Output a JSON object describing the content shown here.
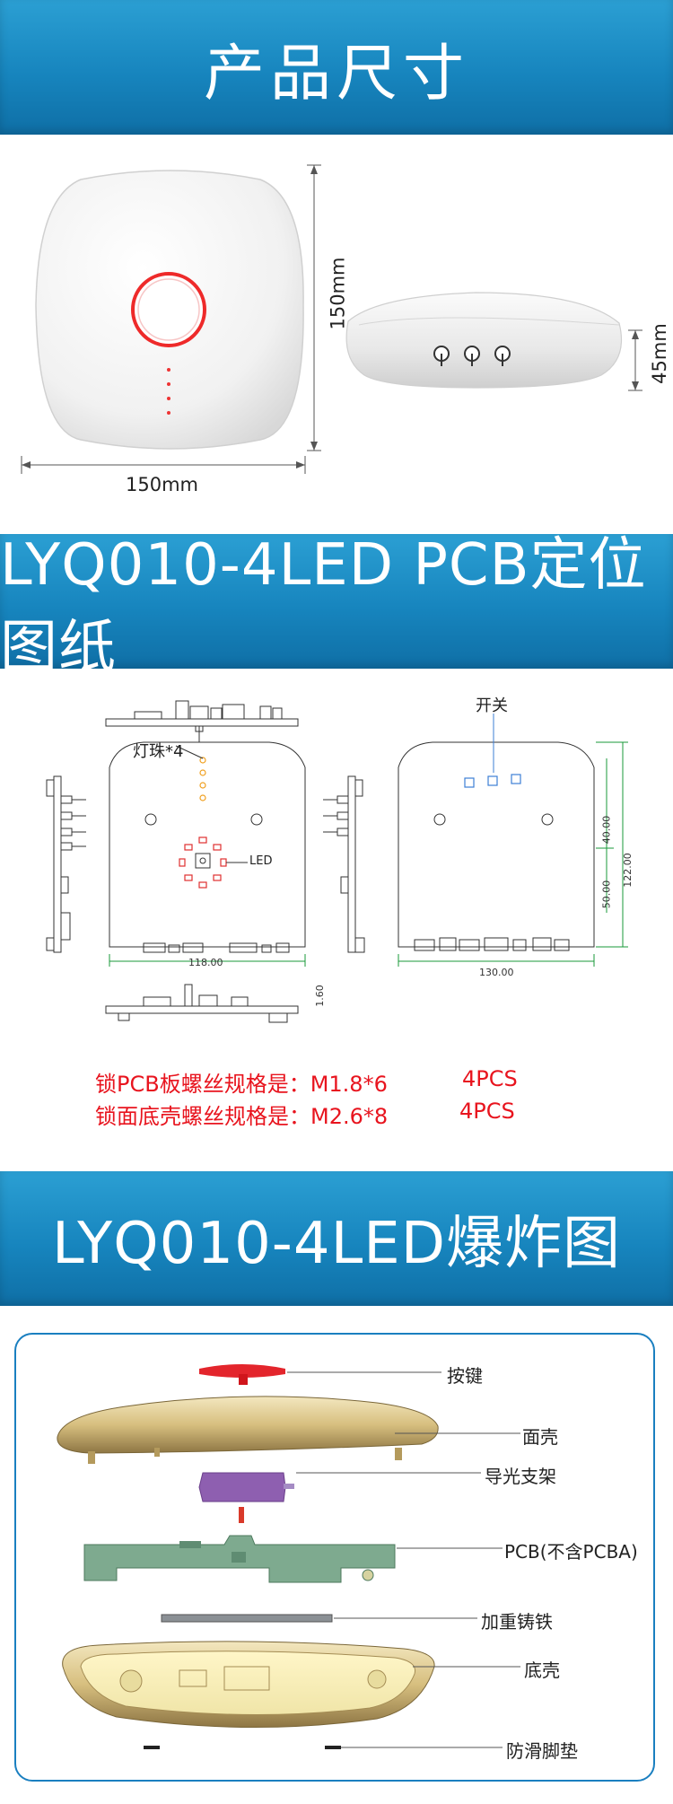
{
  "sections": {
    "size": {
      "title": "产品尺寸"
    },
    "pcb": {
      "title": "LYQ010-4LED PCB定位图纸"
    },
    "explode": {
      "title": "LYQ010-4LED爆炸图"
    }
  },
  "dimensions": {
    "width": "150mm",
    "height": "150mm",
    "thickness": "45mm"
  },
  "pcb_drawing": {
    "led_beads_label": "灯珠*4",
    "led_label": "LED",
    "switch_label": "开关",
    "dim_118": "118.00",
    "dim_130": "130.00",
    "dim_122": "122.00",
    "dim_40": "40.00",
    "dim_50": "50.00",
    "dim_160": "1.60"
  },
  "specs": [
    {
      "text": "锁PCB板螺丝规格是：M1.8*6",
      "qty": "4PCS"
    },
    {
      "text": "锁面底壳螺丝规格是：M2.6*8",
      "qty": "4PCS"
    }
  ],
  "parts": [
    {
      "label": "按键"
    },
    {
      "label": "面壳"
    },
    {
      "label": "导光支架"
    },
    {
      "label": "PCB(不含PCBA)"
    },
    {
      "label": "加重铸铁"
    },
    {
      "label": "底壳"
    },
    {
      "label": "防滑脚垫"
    }
  ],
  "colors": {
    "banner": "#1785be",
    "spec_text": "#e8141e",
    "frame": "#1a7fc0"
  }
}
